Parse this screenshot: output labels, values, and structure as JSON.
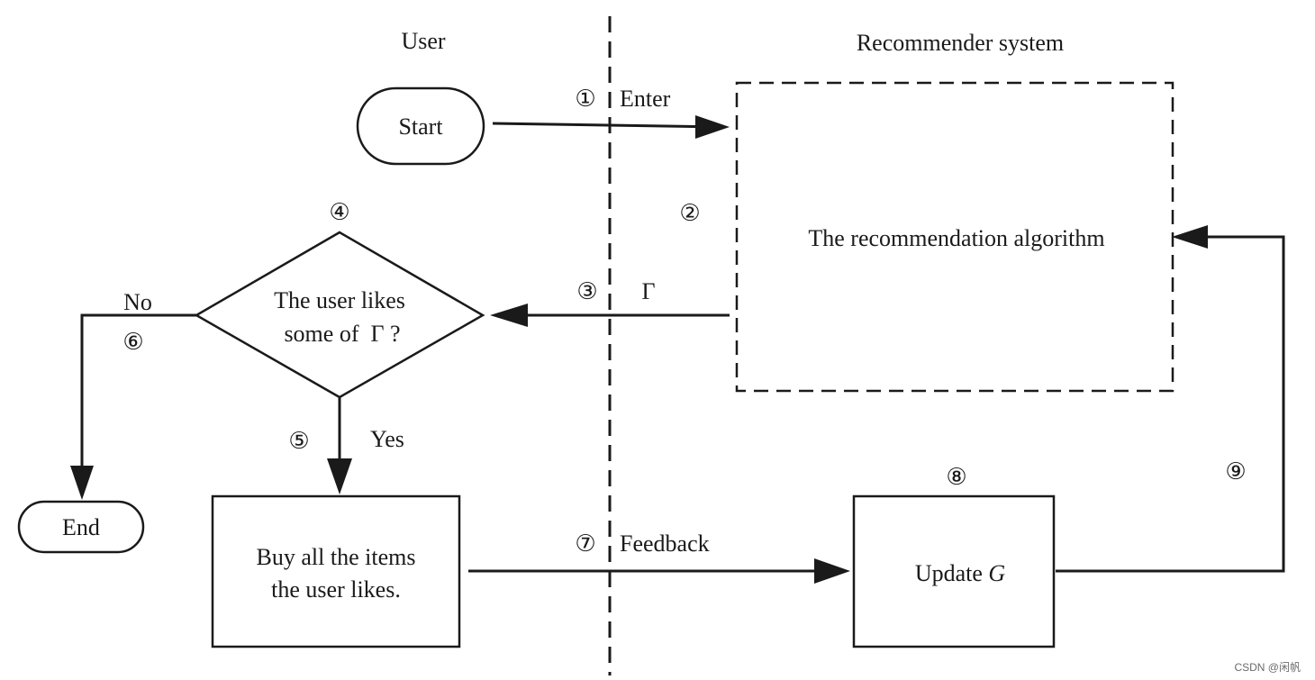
{
  "lanes": {
    "user": "User",
    "system": "Recommender system"
  },
  "nodes": {
    "start": "Start",
    "end": "End",
    "algorithm": "The recommendation algorithm",
    "decision_line1": "The user likes",
    "decision_line2": "some of  Γ ?",
    "buy_line1": "Buy all the items",
    "buy_line2": "the user likes.",
    "update_prefix": "Update ",
    "update_var": "G"
  },
  "edges": {
    "enter": "Enter",
    "gamma": "Γ",
    "no": "No",
    "yes": "Yes",
    "feedback": "Feedback"
  },
  "steps": {
    "s1": "①",
    "s2": "②",
    "s3": "③",
    "s4": "④",
    "s5": "⑤",
    "s6": "⑥",
    "s7": "⑦",
    "s8": "⑧",
    "s9": "⑨"
  },
  "watermark": "CSDN @闲帆"
}
